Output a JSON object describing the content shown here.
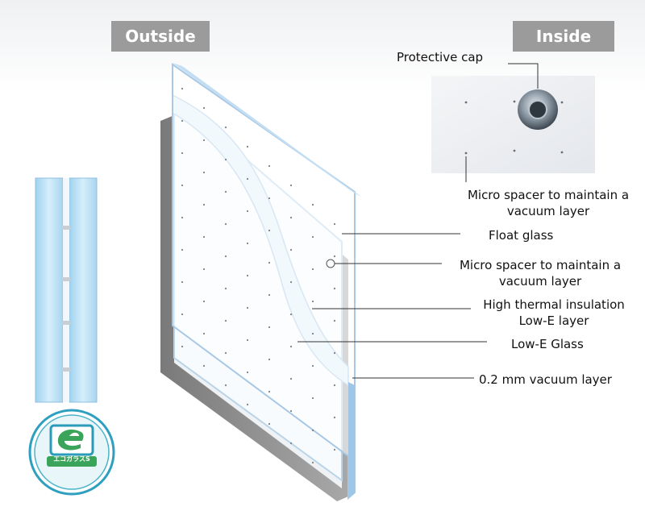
{
  "headers": {
    "outside": "Outside",
    "inside": "Inside"
  },
  "labels": {
    "protective_cap": "Protective cap",
    "micro_spacer_top": "Micro spacer to maintain a\nvacuum layer",
    "float_glass": "Float glass",
    "micro_spacer_mid": "Micro spacer to maintain a\nvacuum layer",
    "high_thermal": "High thermal insulation\nLow-E layer",
    "low_e_glass": "Low-E Glass",
    "vacuum_layer": "0.2 mm vacuum layer"
  },
  "logo": {
    "text": "エコガラスS"
  },
  "colors": {
    "header_bg": "#9b9b9b",
    "glass_edge": "#a9c8e4",
    "glass_blue": "#bfe0f5",
    "frame_gray": "#8d8d8d",
    "logo_green": "#3aa55a",
    "logo_teal": "#2a9bb8"
  }
}
